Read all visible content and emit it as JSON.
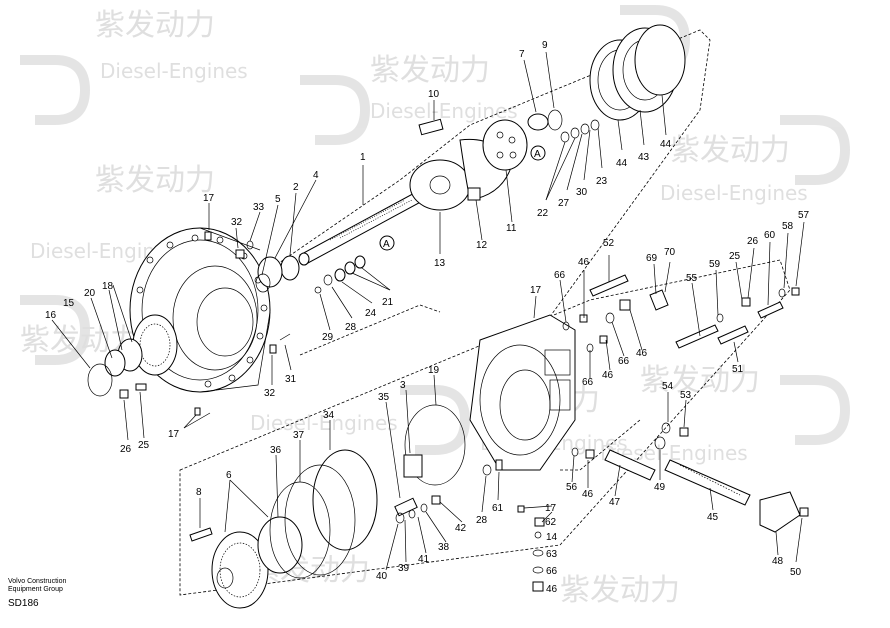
{
  "watermark": {
    "brand_cn": "紫发动力",
    "brand_en": "Diesel-Engines"
  },
  "footer": {
    "line1": "Volvo Construction",
    "line2": "Equipment Group",
    "code": "SD186"
  },
  "callouts": {
    "c1": "1",
    "c2": "2",
    "c3": "3",
    "c4": "4",
    "c5": "5",
    "c6": "6",
    "c7": "7",
    "c8": "8",
    "c9": "9",
    "c10": "10",
    "c11": "11",
    "c12": "12",
    "c13": "13",
    "c14": "14",
    "c15": "15",
    "c16": "16",
    "c17a": "17",
    "c17b": "17",
    "c17c": "17",
    "c17d": "17",
    "c18": "18",
    "c19": "19",
    "c20": "20",
    "c21": "21",
    "c22": "22",
    "c23": "23",
    "c24": "24",
    "c25a": "25",
    "c25b": "25",
    "c26a": "26",
    "c26b": "26",
    "c27": "27",
    "c28a": "28",
    "c28b": "28",
    "c29": "29",
    "c30": "30",
    "c31": "31",
    "c32a": "32",
    "c32b": "32",
    "c33": "33",
    "c34": "34",
    "c35": "35",
    "c36": "36",
    "c37": "37",
    "c38": "38",
    "c39": "39",
    "c40": "40",
    "c41": "41",
    "c42": "42",
    "c43": "43",
    "c44a": "44",
    "c44b": "44",
    "c45": "45",
    "c46a": "46",
    "c46b": "46",
    "c46c": "46",
    "c46d": "46",
    "c46e": "46",
    "c47": "47",
    "c48": "48",
    "c49": "49",
    "c50": "50",
    "c51": "51",
    "c52": "52",
    "c53": "53",
    "c54": "54",
    "c55": "55",
    "c56": "56",
    "c57": "57",
    "c58": "58",
    "c59": "59",
    "c60": "60",
    "c61": "61",
    "c62": "62",
    "c63": "63",
    "c66a": "66",
    "c66b": "66",
    "c66c": "66",
    "c66d": "66",
    "c69": "69",
    "c70": "70",
    "refA1": "A",
    "refA2": "A"
  }
}
